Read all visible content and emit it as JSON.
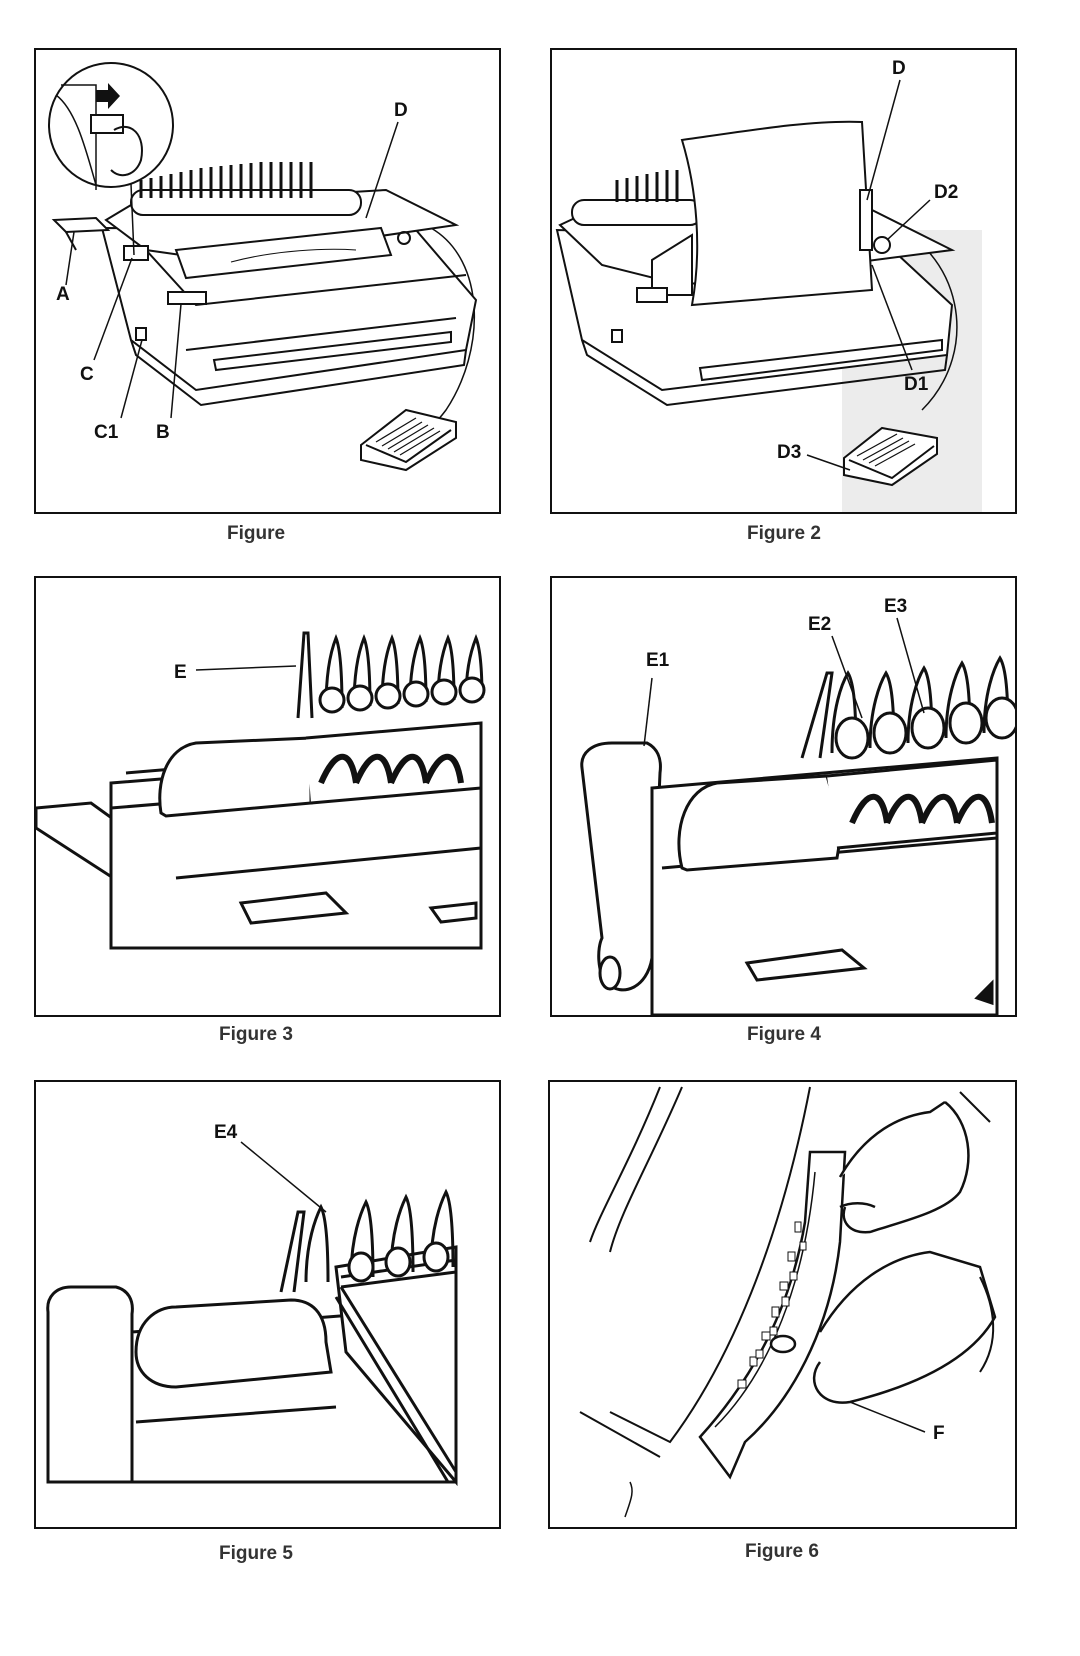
{
  "figures": [
    {
      "caption": "Figure",
      "labels": {
        "A": "A",
        "B": "B",
        "C": "C",
        "C1": "C1",
        "D": "D"
      }
    },
    {
      "caption": "Figure 2",
      "labels": {
        "D": "D",
        "D1": "D1",
        "D2": "D2",
        "D3": "D3"
      }
    },
    {
      "caption": "Figure 3",
      "labels": {
        "E": "E"
      }
    },
    {
      "caption": "Figure 4",
      "labels": {
        "E1": "E1",
        "E2": "E2",
        "E3": "E3"
      }
    },
    {
      "caption": "Figure 5",
      "labels": {
        "E4": "E4"
      }
    },
    {
      "caption": "Figure 6",
      "labels": {
        "F": "F"
      }
    }
  ]
}
